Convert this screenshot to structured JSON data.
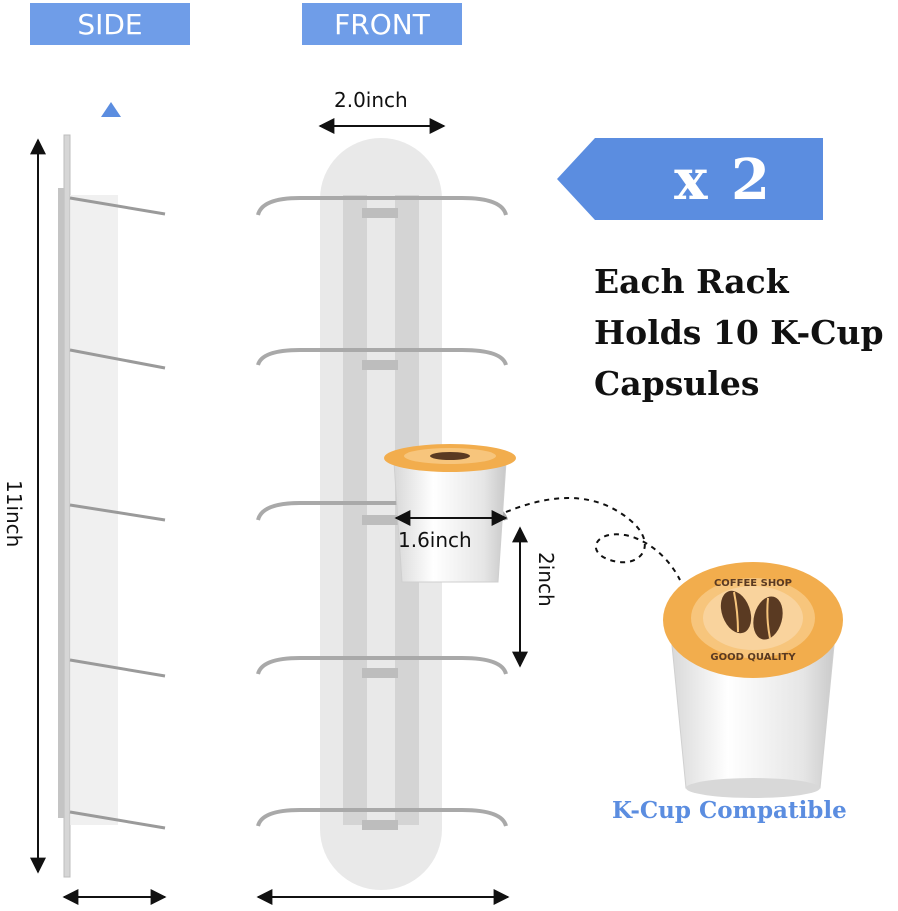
{
  "views": {
    "side_label": "SIDE",
    "front_label": "FRONT"
  },
  "dimensions": {
    "front_width": "2.0inch",
    "cup_width": "1.6inch",
    "spacing": "2inch",
    "height": "11inch"
  },
  "quantity": "x 2",
  "headline": {
    "line1": "Each Rack",
    "line2": "Holds 10 K-Cup",
    "line3": "Capsules"
  },
  "compat_label": "K-Cup Compatible",
  "cup_lid": {
    "top_text": "COFFEE SHOP",
    "bottom_text": "GOOD QUALITY"
  },
  "colors": {
    "label_blue": "#6f9de8",
    "compat_blue": "#5b8de0",
    "lid_orange": "#f2ad4d"
  }
}
